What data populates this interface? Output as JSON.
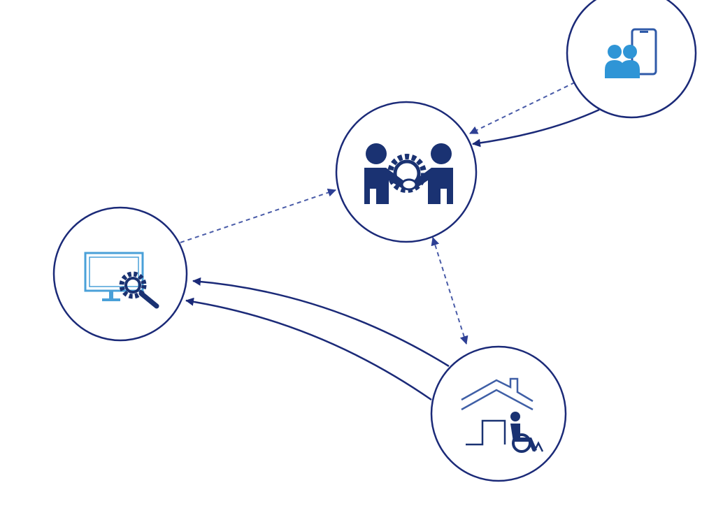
{
  "diagram": {
    "nodes": [
      {
        "id": "partnership",
        "icon": "handshake-gear-icon"
      },
      {
        "id": "mobile-users",
        "icon": "users-smartphone-icon"
      },
      {
        "id": "tech-support",
        "icon": "monitor-gear-search-icon"
      },
      {
        "id": "home-care",
        "icon": "house-wheelchair-icon"
      }
    ],
    "edges": [
      {
        "from": "mobile-users",
        "to": "partnership",
        "style": "dashed"
      },
      {
        "from": "mobile-users",
        "to": "partnership",
        "style": "solid"
      },
      {
        "from": "tech-support",
        "to": "partnership",
        "style": "dashed"
      },
      {
        "from": "partnership",
        "to": "home-care",
        "style": "dashed",
        "bidirectional": true
      },
      {
        "from": "home-care",
        "to": "tech-support",
        "style": "solid"
      },
      {
        "from": "home-care",
        "to": "tech-support",
        "style": "solid"
      }
    ],
    "colors": {
      "node_stroke": "#1b2a78",
      "edge_solid": "#1b2a78",
      "edge_dashed": "#4a5ca8",
      "icon_dark": "#1a3272",
      "icon_light": "#2f95d6",
      "icon_mid": "#3f5fa6"
    }
  }
}
